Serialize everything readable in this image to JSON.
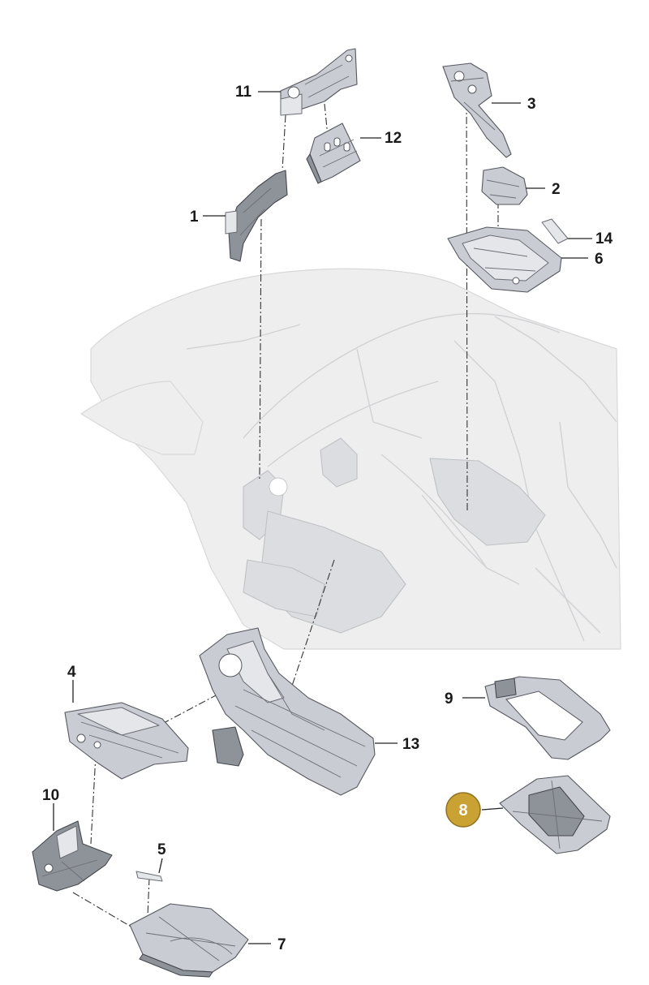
{
  "callouts": {
    "c1": "1",
    "c2": "2",
    "c3": "3",
    "c4": "4",
    "c5": "5",
    "c6": "6",
    "c7": "7",
    "c8": "8",
    "c9": "9",
    "c10": "10",
    "c11": "11",
    "c12": "12",
    "c13": "13",
    "c14": "14"
  },
  "highlight": {
    "label": "8",
    "color": "#c9a233"
  }
}
